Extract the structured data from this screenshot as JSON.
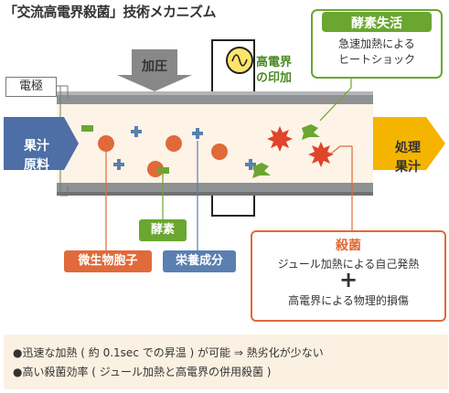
{
  "title": "「交流高電界殺菌」技術メカニズム",
  "labels": {
    "electrode": "電極",
    "pressure": "加圧",
    "high_field_line1": "高電界",
    "high_field_line2": "の印加",
    "input_line1": "果汁",
    "input_line2": "原料",
    "output_line1": "処理",
    "output_line2": "果汁",
    "enzyme": "酵素",
    "spore": "微生物胞子",
    "nutrient": "栄養成分"
  },
  "enzyme_inactivation": {
    "title": "酵素失活",
    "line1": "急速加熱によるヒ",
    "line2": "ートショック",
    "line1_full": "急速加熱による",
    "line2_full": "ヒートショック"
  },
  "sterilization": {
    "title": "殺菌",
    "line1": "ジュール加熱による自己発熱",
    "plus": "+",
    "line2": "高電界による物理的損傷"
  },
  "bullets": [
    "●迅速な加熱 ( 約 0.1sec での昇温 ) が可能 ⇒ 熱劣化が少ない",
    "●高い殺菌効率 ( ジュール加熱と高電界の併用殺菌 )"
  ],
  "colors": {
    "electrode_plate": "#8f9294",
    "channel": "#fdf3e6",
    "input_arrow": "#4d6fa6",
    "output_arrow": "#f4b400",
    "spore": "#e06a3a",
    "enzyme": "#6aa630",
    "nutrient": "#5a7fb0",
    "damaged_spore": "#e0442a",
    "damaged_enzyme": "#6aa630"
  }
}
